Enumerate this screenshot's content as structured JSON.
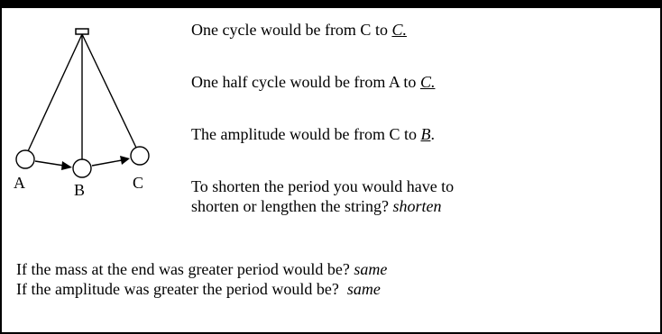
{
  "diagram": {
    "labels": {
      "a": "A",
      "b": "B",
      "c": "C"
    }
  },
  "questions": {
    "q1": {
      "prefix": "One cycle would be from C to ",
      "answer": "C.",
      "suffix": ""
    },
    "q2": {
      "prefix": "One half cycle would be from A to ",
      "answer": "C.",
      "suffix": ""
    },
    "q3": {
      "prefix": "The amplitude would be from C to ",
      "answer": "B",
      "suffix": "."
    },
    "q4": {
      "line1": "To shorten the period you would have to",
      "line2_prefix": "shorten or lengthen the string? ",
      "answer": "shorten"
    },
    "q5": {
      "prefix": "If the mass at the end was greater period would be? ",
      "answer": "same"
    },
    "q6": {
      "prefix": "If the amplitude was greater the period would be?  ",
      "answer": "same"
    }
  }
}
